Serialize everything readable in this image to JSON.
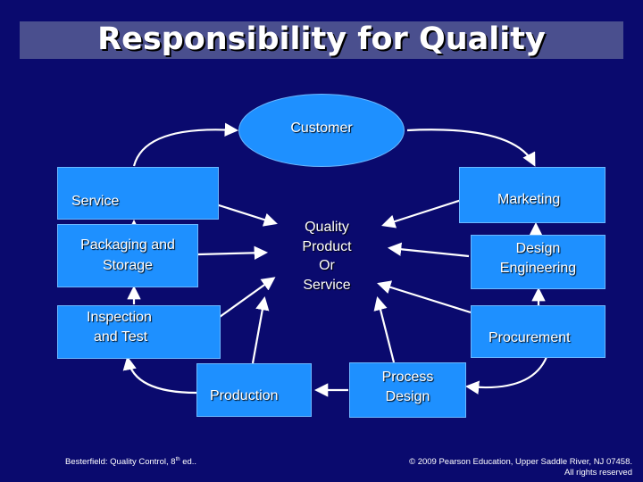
{
  "slide": {
    "title": "Responsibility for  Quality",
    "nodes": {
      "customer": "Customer",
      "service": "Service",
      "marketing": "Marketing",
      "packaging": [
        "Packaging and",
        "Storage"
      ],
      "design_engineering": [
        "Design",
        "Engineering"
      ],
      "inspection": [
        "Inspection",
        "and Test"
      ],
      "procurement": "Procurement",
      "production": "Production",
      "process_design": [
        "Process",
        "Design"
      ],
      "center": [
        "Quality",
        "Product",
        "Or",
        "Service"
      ]
    },
    "footer": {
      "left_prefix": "Besterfield: Quality Control, 8",
      "left_sup": "th",
      "left_suffix": " ed..",
      "right_line1": "© 2009 Pearson Education, Upper Saddle River, NJ 07458.",
      "right_line2": "All rights reserved"
    }
  },
  "colors": {
    "background": "#0a0a6e",
    "title_bar": "#4a4f8e",
    "box_fill": "#1e90ff",
    "text": "#ffffff"
  }
}
